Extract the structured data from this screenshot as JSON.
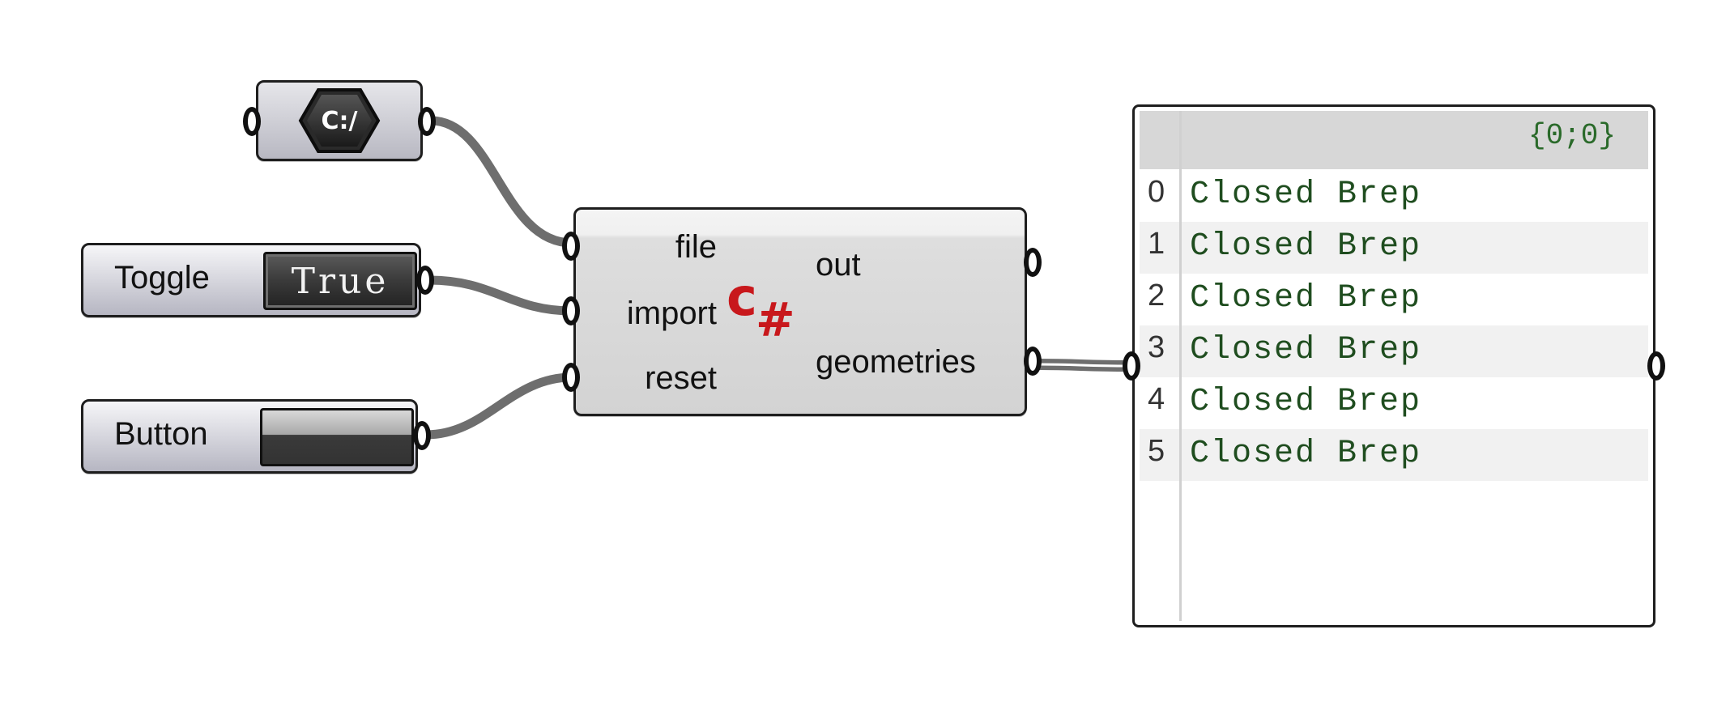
{
  "path_component": {
    "icon_text": "C:/"
  },
  "toggle": {
    "label": "Toggle",
    "value": "True"
  },
  "button": {
    "label": "Button"
  },
  "script_component": {
    "inputs": [
      "file",
      "import",
      "reset"
    ],
    "outputs": [
      "out",
      "geometries"
    ],
    "icon": "csharp-icon"
  },
  "panel": {
    "path": "{0;0}",
    "items": [
      {
        "index": "0",
        "text": "Closed Brep"
      },
      {
        "index": "1",
        "text": "Closed Brep"
      },
      {
        "index": "2",
        "text": "Closed Brep"
      },
      {
        "index": "3",
        "text": "Closed Brep"
      },
      {
        "index": "4",
        "text": "Closed Brep"
      },
      {
        "index": "5",
        "text": "Closed Brep"
      }
    ]
  },
  "colors": {
    "wire": "#6e6e6e",
    "csharp": "#c8181c",
    "panel_text": "#1f4d1f"
  }
}
